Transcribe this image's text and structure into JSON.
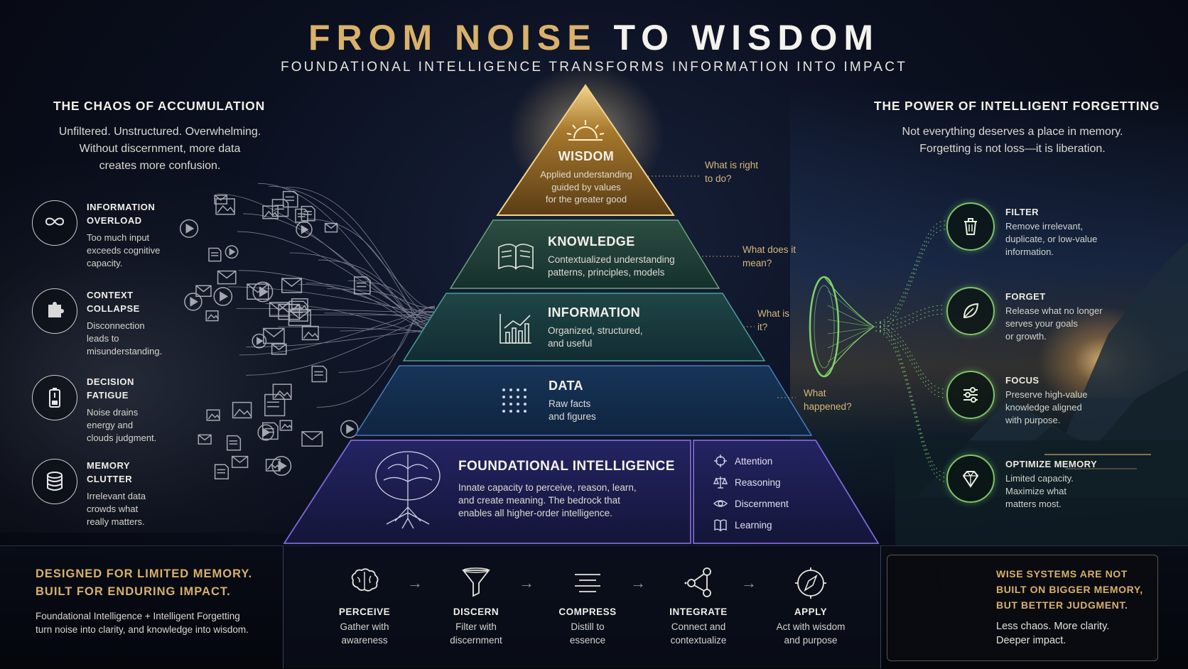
{
  "header": {
    "title_part1": "FROM NOISE",
    "title_part2": "TO WISDOM",
    "subtitle": "FOUNDATIONAL INTELLIGENCE TRANSFORMS INFORMATION INTO IMPACT"
  },
  "left": {
    "heading": "THE CHAOS OF ACCUMULATION",
    "desc": [
      "Unfiltered. Unstructured. Overwhelming.",
      "Without discernment, more data",
      "creates more confusion."
    ],
    "items": [
      {
        "icon": "infinity-icon",
        "title": [
          "INFORMATION",
          "OVERLOAD"
        ],
        "text": [
          "Too much input",
          "exceeds cognitive",
          "capacity."
        ]
      },
      {
        "icon": "puzzle-icon",
        "title": [
          "CONTEXT",
          "COLLAPSE"
        ],
        "text": [
          "Disconnection",
          "leads to",
          "misunderstanding."
        ]
      },
      {
        "icon": "battery-low-icon",
        "title": [
          "DECISION",
          "FATIGUE"
        ],
        "text": [
          "Noise drains",
          "energy and",
          "clouds judgment."
        ]
      },
      {
        "icon": "database-icon",
        "title": [
          "MEMORY",
          "CLUTTER"
        ],
        "text": [
          "Irrelevant data",
          "crowds what",
          "really matters."
        ]
      }
    ]
  },
  "right": {
    "heading": "THE POWER OF INTELLIGENT FORGETTING",
    "desc": [
      "Not everything deserves a place in memory.",
      "Forgetting is not loss—it is liberation."
    ],
    "items": [
      {
        "icon": "trash-icon",
        "title": "FILTER",
        "text": [
          "Remove irrelevant,",
          "duplicate, or low-value",
          "information."
        ]
      },
      {
        "icon": "leaf-icon",
        "title": "FORGET",
        "text": [
          "Release what no longer",
          "serves your goals",
          "or growth."
        ]
      },
      {
        "icon": "sliders-icon",
        "title": "FOCUS",
        "text": [
          "Preserve high-value",
          "knowledge aligned",
          "with purpose."
        ]
      },
      {
        "icon": "diamond-icon",
        "title": "OPTIMIZE MEMORY",
        "text": [
          "Limited capacity.",
          "Maximize what",
          "matters most."
        ]
      }
    ]
  },
  "pyramid": {
    "wisdom": {
      "title": "WISDOM",
      "text": [
        "Applied understanding",
        "guided by values",
        "for the greater good"
      ],
      "question": [
        "What is right",
        "to do?"
      ]
    },
    "knowledge": {
      "title": "KNOWLEDGE",
      "text": [
        "Contextualized understanding",
        "patterns, principles, models"
      ],
      "question": [
        "What does it",
        "mean?"
      ]
    },
    "information": {
      "title": "INFORMATION",
      "text": [
        "Organized, structured,",
        "and useful"
      ],
      "question": [
        "What is",
        "it?"
      ]
    },
    "data": {
      "title": "DATA",
      "text": [
        "Raw facts",
        "and figures"
      ],
      "question": [
        "What",
        "happened?"
      ]
    },
    "foundation": {
      "title": "FOUNDATIONAL INTELLIGENCE",
      "text": [
        "Innate capacity to perceive, reason, learn,",
        "and create meaning. The bedrock that",
        "enables all higher-order intelligence."
      ],
      "capacities": [
        {
          "icon": "crosshair-icon",
          "label": "Attention"
        },
        {
          "icon": "scales-icon",
          "label": "Reasoning"
        },
        {
          "icon": "eye-icon",
          "label": "Discernment"
        },
        {
          "icon": "book-icon",
          "label": "Learning"
        }
      ]
    }
  },
  "bottom": {
    "left_title": [
      "DESIGNED FOR LIMITED MEMORY.",
      "BUILT FOR ENDURING IMPACT."
    ],
    "left_text": [
      "Foundational Intelligence + Intelligent Forgetting",
      "turn noise into clarity, and knowledge into wisdom."
    ],
    "steps": [
      {
        "icon": "brain-icon",
        "title": "PERCEIVE",
        "text": [
          "Gather with",
          "awareness"
        ]
      },
      {
        "icon": "funnel-icon",
        "title": "DISCERN",
        "text": [
          "Filter with",
          "discernment"
        ]
      },
      {
        "icon": "compress-icon",
        "title": "COMPRESS",
        "text": [
          "Distill to",
          "essence"
        ]
      },
      {
        "icon": "network-icon",
        "title": "INTEGRATE",
        "text": [
          "Connect and",
          "contextualize"
        ]
      },
      {
        "icon": "compass-icon",
        "title": "APPLY",
        "text": [
          "Act with wisdom",
          "and purpose"
        ]
      }
    ],
    "wise_title": [
      "WISE SYSTEMS ARE NOT",
      "BUILT ON BIGGER MEMORY,",
      "BUT BETTER JUDGMENT."
    ],
    "wise_text": [
      "Less chaos. More clarity.",
      "Deeper impact."
    ]
  },
  "colors": {
    "gold": "#d9b16a",
    "green": "#7fc46a",
    "wisdom": "#8a6424",
    "knowledge": "#1f3d36",
    "information": "#183a3d",
    "data": "#132a45",
    "foundation": "#1b1a4a"
  }
}
